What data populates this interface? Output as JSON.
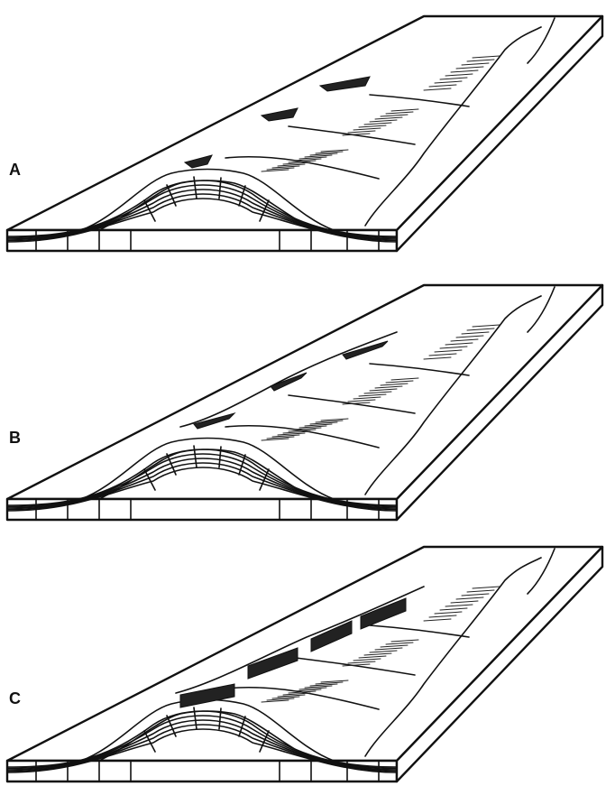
{
  "panels": [
    {
      "label": "A"
    },
    {
      "label": "B"
    },
    {
      "label": "C"
    }
  ],
  "colors": {
    "ink": "#111111",
    "paper": "#ffffff"
  }
}
